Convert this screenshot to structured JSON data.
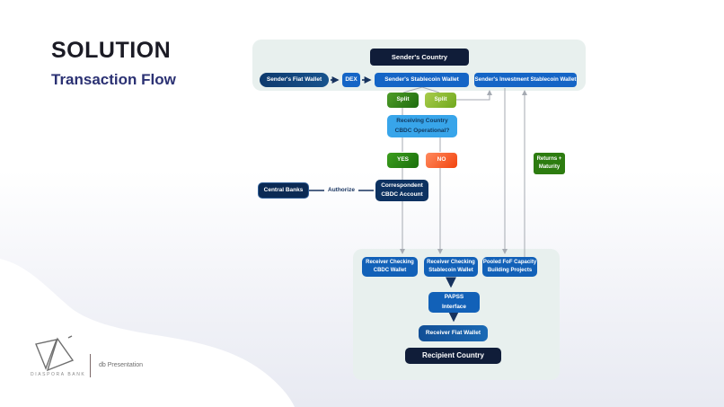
{
  "slide": {
    "title": "SOLUTION",
    "subtitle": "Transaction Flow"
  },
  "colors": {
    "accent_blue": "#1261b8",
    "dark_navy": "#101d39",
    "panel_bg": "#e8f0ee",
    "green_dark": "#2d7c10",
    "green_light": "#6fa81e",
    "orange_no": "#f2440e",
    "sky_blue": "#38a5ea",
    "connector_gray": "#a5aab2",
    "connector_dark": "#16325e"
  },
  "flow": {
    "sender_country": "Sender's Country",
    "sender_fiat_wallet": "Sender's Fiat Wallet",
    "dex": "DEX",
    "sender_stablecoin_wallet": "Sender's Stablecoin Wallet",
    "sender_investment_wallet": "Sender's Investment Stablecoin Wallet",
    "split_left": "Split",
    "split_right": "Split",
    "question": "Receiving Country\nCBDC Operational?",
    "yes": "YES",
    "no": "NO",
    "returns_maturity": "Returns +\nMaturity",
    "central_banks": "Central Banks",
    "authorize_label": "Authorize",
    "correspondent_account": "Correspondent\nCBDC Account",
    "receiver_cbdc_wallet": "Receiver Checking\nCBDC Wallet",
    "receiver_stablecoin_wallet": "Receiver Checking\nStablecoin Wallet",
    "pooled_fof": "Pooled FoF Capacity\nBuilding Projects",
    "papss_interface": "PAPSS\nInterface",
    "receiver_fiat_wallet": "Receiver Fiat Wallet",
    "recipient_country": "Recipient Country"
  },
  "footer": {
    "brand": "DIASPORA BANK",
    "caption": "db Presentation"
  }
}
